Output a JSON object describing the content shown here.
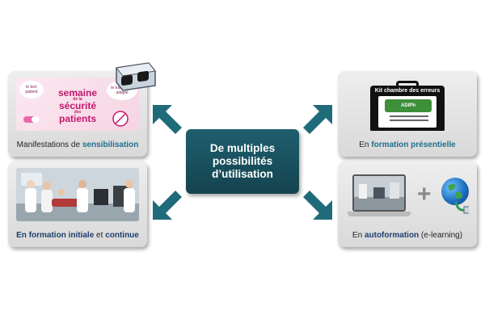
{
  "center": {
    "line1": "De multiples",
    "line2": "possibilités",
    "line3": "d’utilisation"
  },
  "cards": {
    "top_left": {
      "caption_plain": "Manifestations de ",
      "caption_highlight": "sensibilisation",
      "poster": {
        "bubble_1": "le bon patient",
        "bubble_2": "le traitement adapté",
        "line_1": "semaine",
        "line_2": "de la",
        "line_3": "sécurité",
        "line_4": "des",
        "line_5": "patients"
      }
    },
    "bottom_left": {
      "caption_part1": "En formation",
      "caption_part2": "initiale",
      "caption_part3": " et ",
      "caption_part4": "continue"
    },
    "top_right": {
      "caption_plain": "En ",
      "caption_highlight": "formation présentielle",
      "kit_title": "Kit chambre des erreurs",
      "kit_logo": "ADIPh"
    },
    "bottom_right": {
      "caption_plain": "En ",
      "caption_highlight": "autoformation",
      "caption_suffix": " (e-learning)",
      "plus_sign": "+"
    }
  },
  "colors": {
    "center_box": "#1c5563",
    "arrows": "#1f6b7a",
    "highlight_teal": "#1f6f8b",
    "highlight_navy": "#1c3f6e",
    "poster_pink": "#c2186e"
  }
}
